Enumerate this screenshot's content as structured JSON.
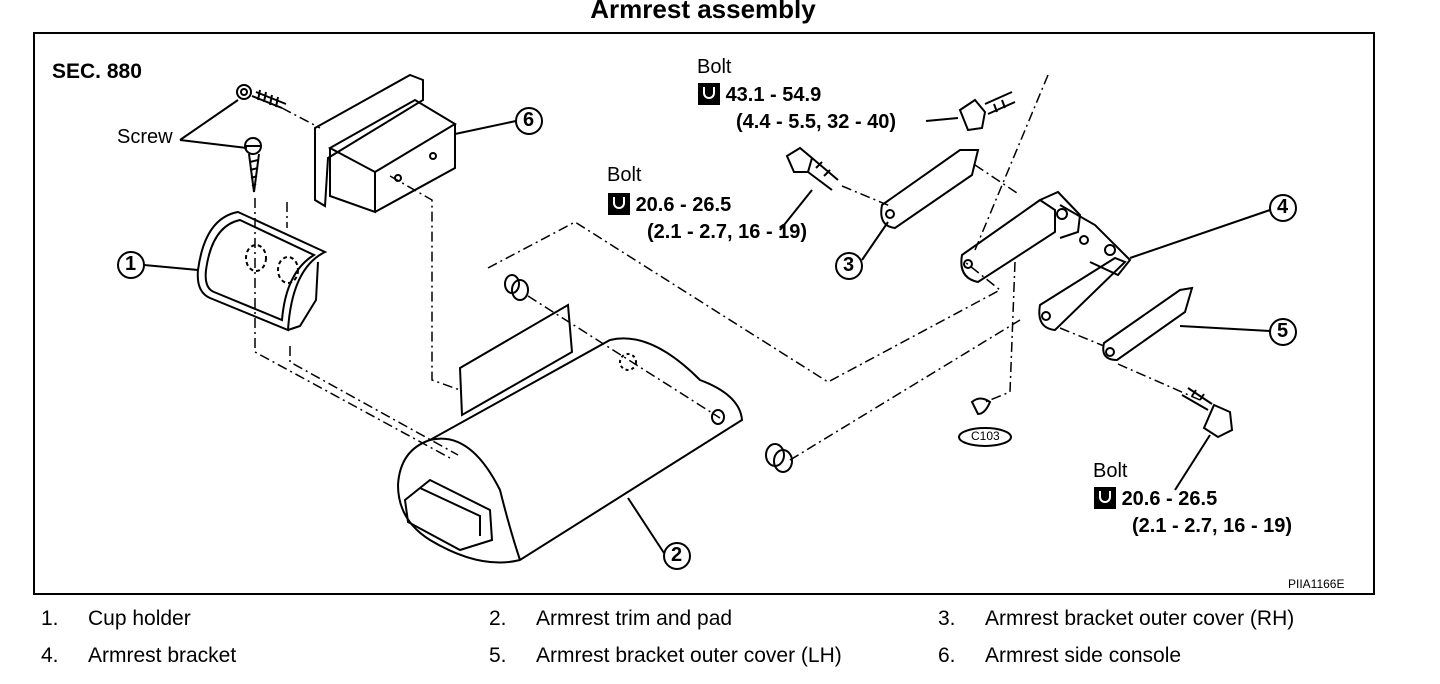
{
  "title": "Armrest assembly",
  "section": "SEC. 880",
  "figure_code": "PIIA1166E",
  "labels": {
    "screw": "Screw",
    "connector": "C103"
  },
  "torque_specs": [
    {
      "label": "Bolt",
      "value": "43.1 - 54.9",
      "alt": "(4.4 - 5.5, 32 - 40)",
      "icon": "torque-wrench-icon"
    },
    {
      "label": "Bolt",
      "value": "20.6 - 26.5",
      "alt": "(2.1 - 2.7, 16 - 19)",
      "icon": "torque-wrench-icon"
    },
    {
      "label": "Bolt",
      "value": "20.6 - 26.5",
      "alt": "(2.1 - 2.7, 16 - 19)",
      "icon": "torque-wrench-icon"
    }
  ],
  "callouts": [
    "1",
    "2",
    "3",
    "4",
    "5",
    "6"
  ],
  "legend": [
    {
      "num": "1.",
      "text": "Cup holder"
    },
    {
      "num": "2.",
      "text": "Armrest trim and pad"
    },
    {
      "num": "3.",
      "text": "Armrest bracket outer cover (RH)"
    },
    {
      "num": "4.",
      "text": "Armrest bracket"
    },
    {
      "num": "5.",
      "text": "Armrest bracket outer cover (LH)"
    },
    {
      "num": "6.",
      "text": "Armrest side console"
    }
  ]
}
